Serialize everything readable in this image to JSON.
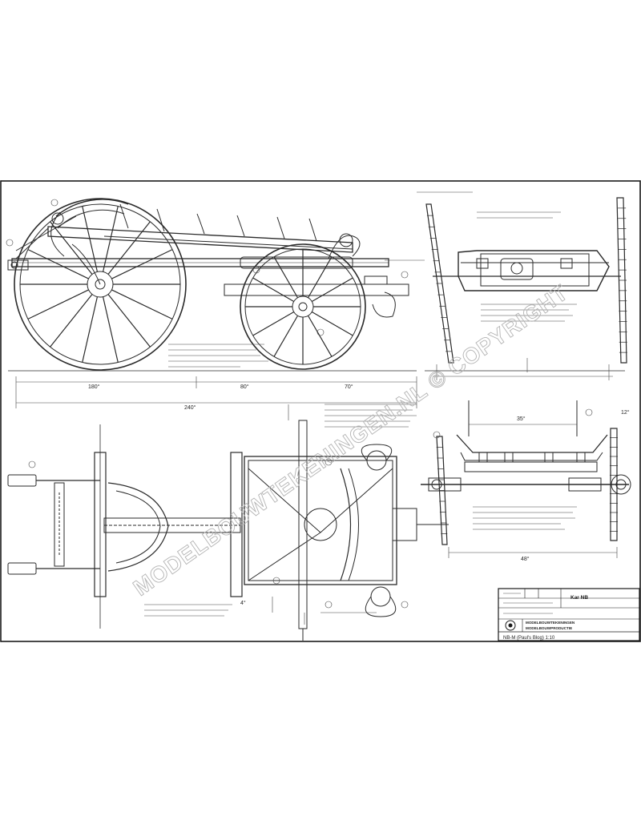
{
  "watermark": {
    "text": "MODELBOUWTEKENINGEN.NL © COPYRIGHT"
  },
  "title_block": {
    "title": "Kar NB",
    "maker_line_1": "MODELBOUWTEKENINGEN",
    "maker_line_2": "MODELBOUWPRODUCTIE",
    "footer": "NB-M (Paul's Blog) 1:10"
  },
  "dimensions": {
    "side_a": "180°",
    "side_b": "240°",
    "side_c": "80°",
    "side_d": "70°",
    "plan_a": "4°",
    "front_a": "12°",
    "front_b": "35°",
    "front_c": "48°"
  },
  "colors": {
    "ink": "#2a2a2a",
    "frame": "#1a1a1a",
    "watermark": "#b4b4b4"
  }
}
